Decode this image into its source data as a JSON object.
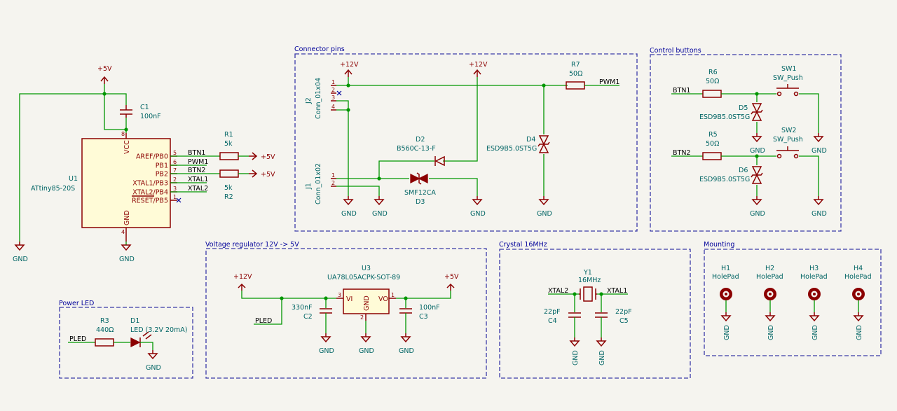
{
  "groups": {
    "connector": "Connector pins",
    "control": "Control buttons",
    "regulator": "Voltage regulator 12V -> 5V",
    "crystal": "Crystal 16MHz",
    "mounting": "Mounting",
    "power_led": "Power LED"
  },
  "power": {
    "plus5v": "+5V",
    "plus12v": "+12V",
    "gnd": "GND"
  },
  "mcu": {
    "ref": "U1",
    "value": "ATtiny85-20S",
    "pin_vcc": "VCC",
    "pin_gnd": "GND",
    "pins": [
      {
        "name": "AREF/PB0",
        "num": "5",
        "net": "BTN1"
      },
      {
        "name": "PB1",
        "num": "6",
        "net": "PWM1"
      },
      {
        "name": "PB2",
        "num": "7",
        "net": "BTN2"
      },
      {
        "name": "XTAL1/PB3",
        "num": "2",
        "net": "XTAL1"
      },
      {
        "name": "XTAL2/PB4",
        "num": "3",
        "net": "XTAL2"
      },
      {
        "name": "RESET/PB5",
        "num": "1",
        "net": ""
      }
    ],
    "vcc_num": "8",
    "gnd_num": "4"
  },
  "c1": {
    "ref": "C1",
    "value": "100nF"
  },
  "r1": {
    "ref": "R1",
    "value": "5k"
  },
  "r2": {
    "ref": "R2",
    "value": "5k"
  },
  "j2": {
    "ref": "J2",
    "value": "Conn_01x04",
    "pins": [
      "1",
      "2",
      "3",
      "4"
    ]
  },
  "j1": {
    "ref": "J1",
    "value": "Conn_01x02",
    "pins": [
      "1",
      "2"
    ]
  },
  "d2": {
    "ref": "D2",
    "value": "B560C-13-F"
  },
  "d3": {
    "ref": "D3",
    "value": "SMF12CA"
  },
  "d4": {
    "ref": "D4",
    "value": "ESD9B5.0ST5G"
  },
  "r7": {
    "ref": "R7",
    "value": "50Ω"
  },
  "pwm1": "PWM1",
  "r6": {
    "ref": "R6",
    "value": "50Ω"
  },
  "r5": {
    "ref": "R5",
    "value": "50Ω"
  },
  "sw1": {
    "ref": "SW1",
    "value": "SW_Push"
  },
  "sw2": {
    "ref": "SW2",
    "value": "SW_Push"
  },
  "d5": {
    "ref": "D5",
    "value": "ESD9B5.0ST5G"
  },
  "d6": {
    "ref": "D6",
    "value": "ESD9B5.0ST5G"
  },
  "btn1": "BTN1",
  "btn2": "BTN2",
  "u3": {
    "ref": "U3",
    "value": "UA78L05ACPK-SOT-89",
    "vi": "VI",
    "vo": "VO",
    "gnd": "GND",
    "pin_vi": "3",
    "pin_vo": "1",
    "pin_gnd": "2"
  },
  "c2": {
    "ref": "C2",
    "value": "330nF"
  },
  "c3": {
    "ref": "C3",
    "value": "100nF"
  },
  "pled": "PLED",
  "y1": {
    "ref": "Y1",
    "value": "16MHz"
  },
  "xtal1": "XTAL1",
  "xtal2": "XTAL2",
  "c4": {
    "ref": "C4",
    "value": "22pF"
  },
  "c5": {
    "ref": "C5",
    "value": "22pF"
  },
  "holes": [
    {
      "ref": "H1",
      "value": "HolePad"
    },
    {
      "ref": "H2",
      "value": "HolePad"
    },
    {
      "ref": "H3",
      "value": "HolePad"
    },
    {
      "ref": "H4",
      "value": "HolePad"
    }
  ],
  "r3": {
    "ref": "R3",
    "value": "440Ω"
  },
  "d1": {
    "ref": "D1",
    "value": "LED (3.2V 20mA)"
  }
}
